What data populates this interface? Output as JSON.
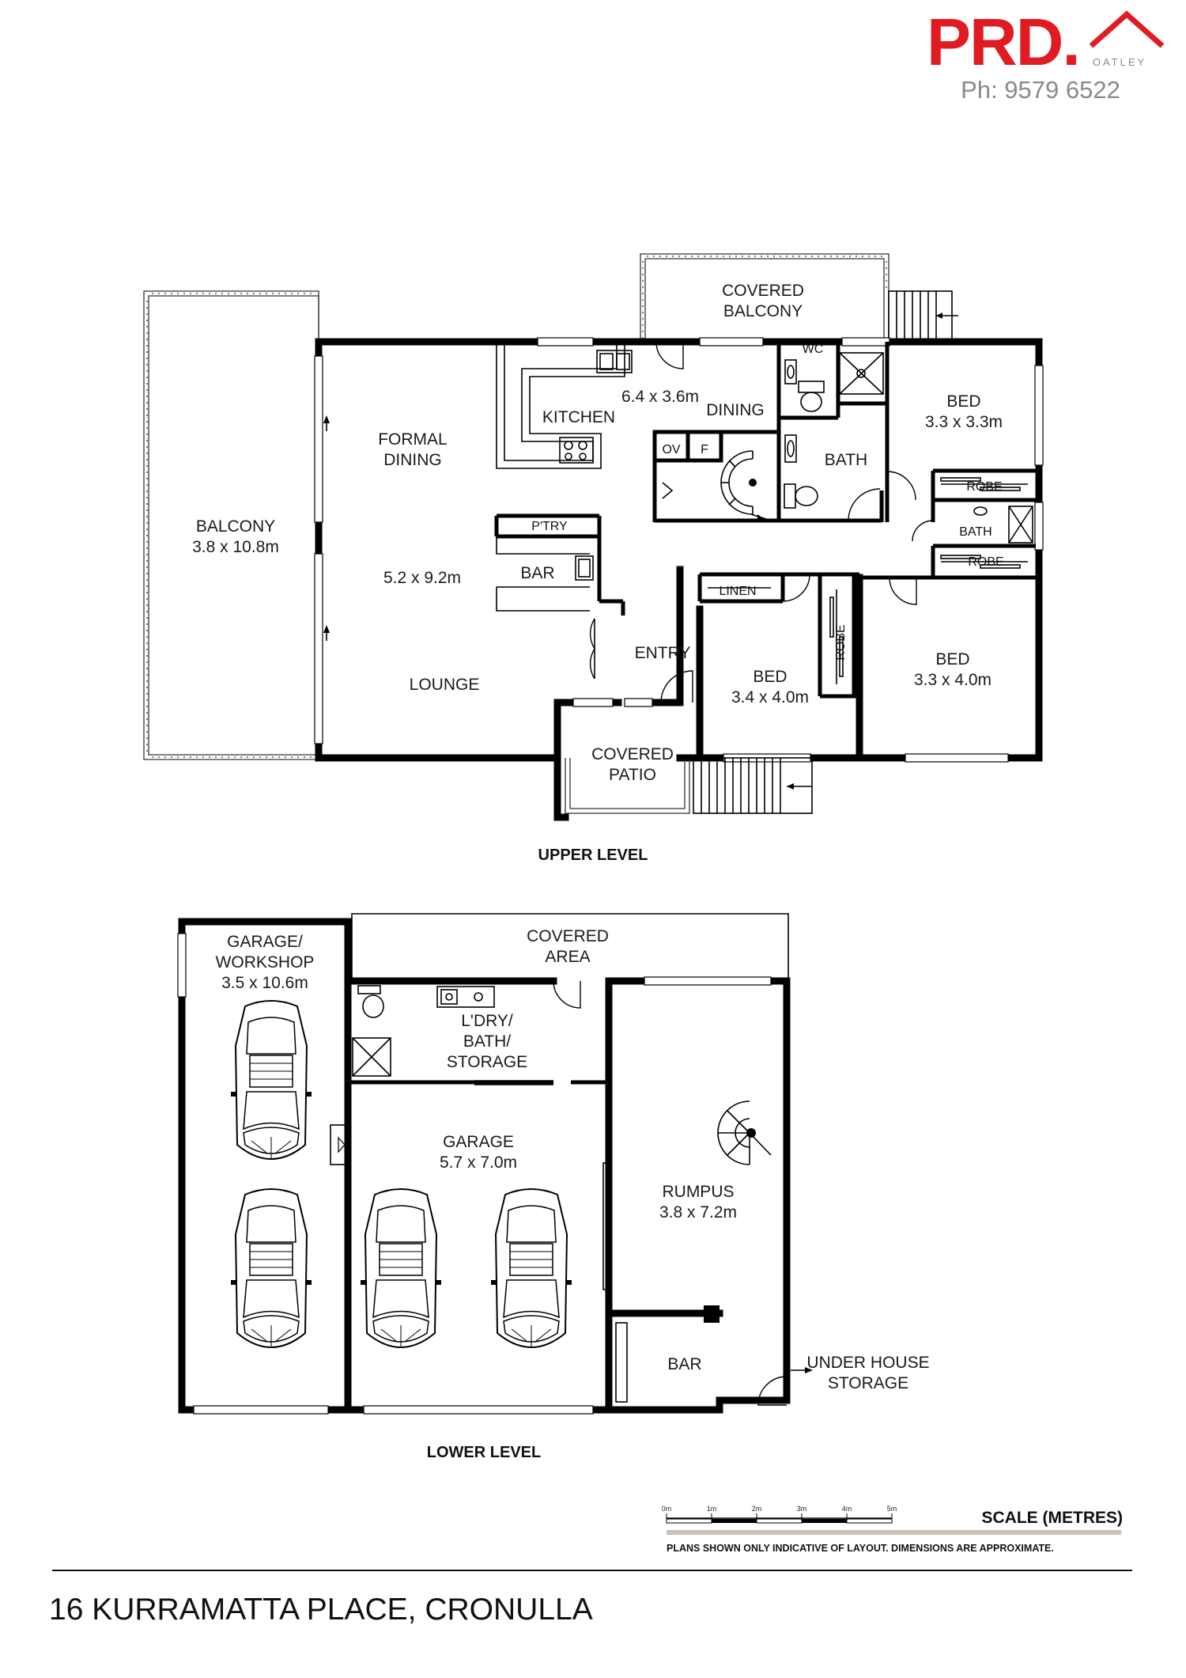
{
  "brand": {
    "name": "PRD.",
    "office": "OATLEY",
    "phone": "Ph: 9579 6522",
    "color": "#e11b22"
  },
  "upper": {
    "title": "UPPER LEVEL",
    "covered_balcony_1": "COVERED",
    "covered_balcony_2": "BALCONY",
    "wc": "WC",
    "kitchen": "KITCHEN",
    "kitchen_dim": "6.4 x 3.6m",
    "dining": "DINING",
    "formal_dining_1": "FORMAL",
    "formal_dining_2": "DINING",
    "balcony": "BALCONY",
    "balcony_dim": "3.8 x 10.8m",
    "lounge_dim": "5.2 x 9.2m",
    "lounge": "LOUNGE",
    "ov": "OV",
    "f": "F",
    "pantry": "P'TRY",
    "bar": "BAR",
    "bath": "BATH",
    "bed1": "BED",
    "bed1_dim": "3.3 x 3.3m",
    "robe1": "ROBE",
    "ensuite": "BATH",
    "robe2": "ROBE",
    "linen": "LINEN",
    "entry": "ENTRY",
    "bed2": "BED",
    "bed2_dim": "3.4 x 4.0m",
    "robe3": "ROBE",
    "bed3": "BED",
    "bed3_dim": "3.3 x 4.0m",
    "patio_1": "COVERED",
    "patio_2": "PATIO"
  },
  "lower": {
    "title": "LOWER LEVEL",
    "workshop_1": "GARAGE/",
    "workshop_2": "WORKSHOP",
    "workshop_dim": "3.5 x 10.6m",
    "covered_area_1": "COVERED",
    "covered_area_2": "AREA",
    "laundry_1": "L'DRY/",
    "laundry_2": "BATH/",
    "laundry_3": "STORAGE",
    "garage": "GARAGE",
    "garage_dim": "5.7 x 7.0m",
    "rumpus": "RUMPUS",
    "rumpus_dim": "3.8 x 7.2m",
    "bar": "BAR",
    "storage_1": "UNDER HOUSE",
    "storage_2": "STORAGE"
  },
  "scale": {
    "ticks": [
      "0m",
      "1m",
      "2m",
      "3m",
      "4m",
      "5m"
    ],
    "label": "SCALE (METRES)",
    "disclaimer": "PLANS SHOWN ONLY INDICATIVE OF LAYOUT.  DIMENSIONS ARE APPROXIMATE."
  },
  "address": "16 KURRAMATTA PLACE, CRONULLA"
}
